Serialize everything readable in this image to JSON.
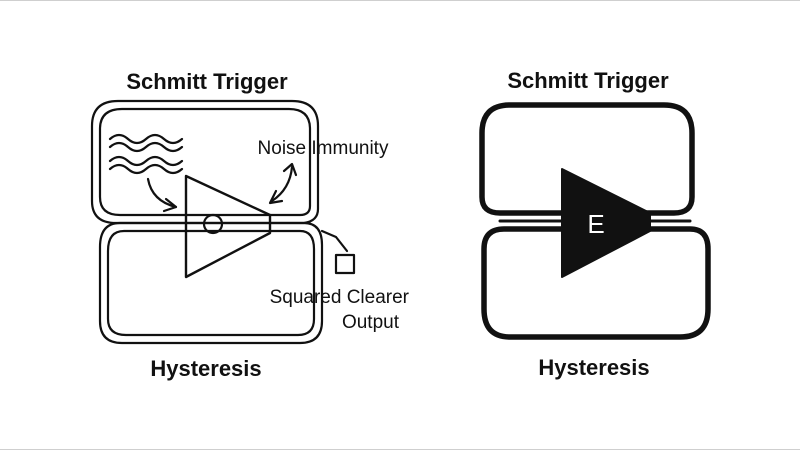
{
  "left_panel": {
    "title": "Schmitt Trigger",
    "bottom_label": "Hysteresis",
    "annotation_noise": "Noise Immunity",
    "annotation_output_line1": "Squared Clearer",
    "annotation_output_line2": "Output",
    "triangle_symbol": "circle"
  },
  "right_panel": {
    "title": "Schmitt Trigger",
    "bottom_label": "Hysteresis",
    "triangle_letter": "E"
  },
  "colors": {
    "ink": "#111111",
    "background": "#ffffff",
    "frame": "#cfcfcf"
  }
}
